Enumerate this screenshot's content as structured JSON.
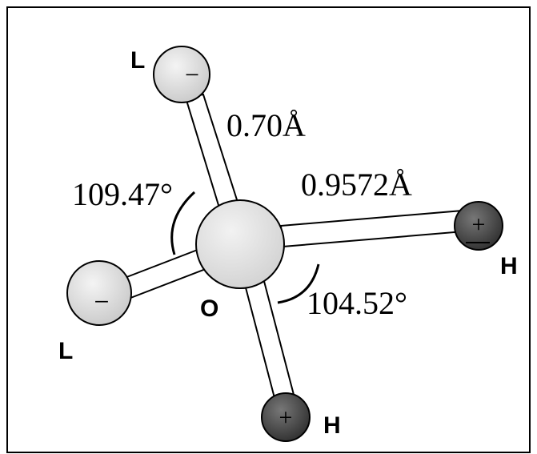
{
  "labels": {
    "bond_length_short": "0.70Å",
    "bond_length_long": "0.9572Å",
    "angle_tetrahedral": "109.47°",
    "angle_hoh": "104.52°"
  },
  "atoms": {
    "lone_pair_top": {
      "letter": "L",
      "charge": "−"
    },
    "lone_pair_left": {
      "letter": "L",
      "charge": "−"
    },
    "oxygen": {
      "letter": "O"
    },
    "hydrogen_right": {
      "letter": "H",
      "charge": "+"
    },
    "hydrogen_bottom": {
      "letter": "H",
      "charge": "+"
    }
  },
  "colors": {
    "frame": "#000000",
    "lone_pair_fill": "#d9d9d9",
    "oxygen_fill": "#e6e6e6",
    "hydrogen_fill": "#555555",
    "bond_fill": "#ffffff"
  }
}
